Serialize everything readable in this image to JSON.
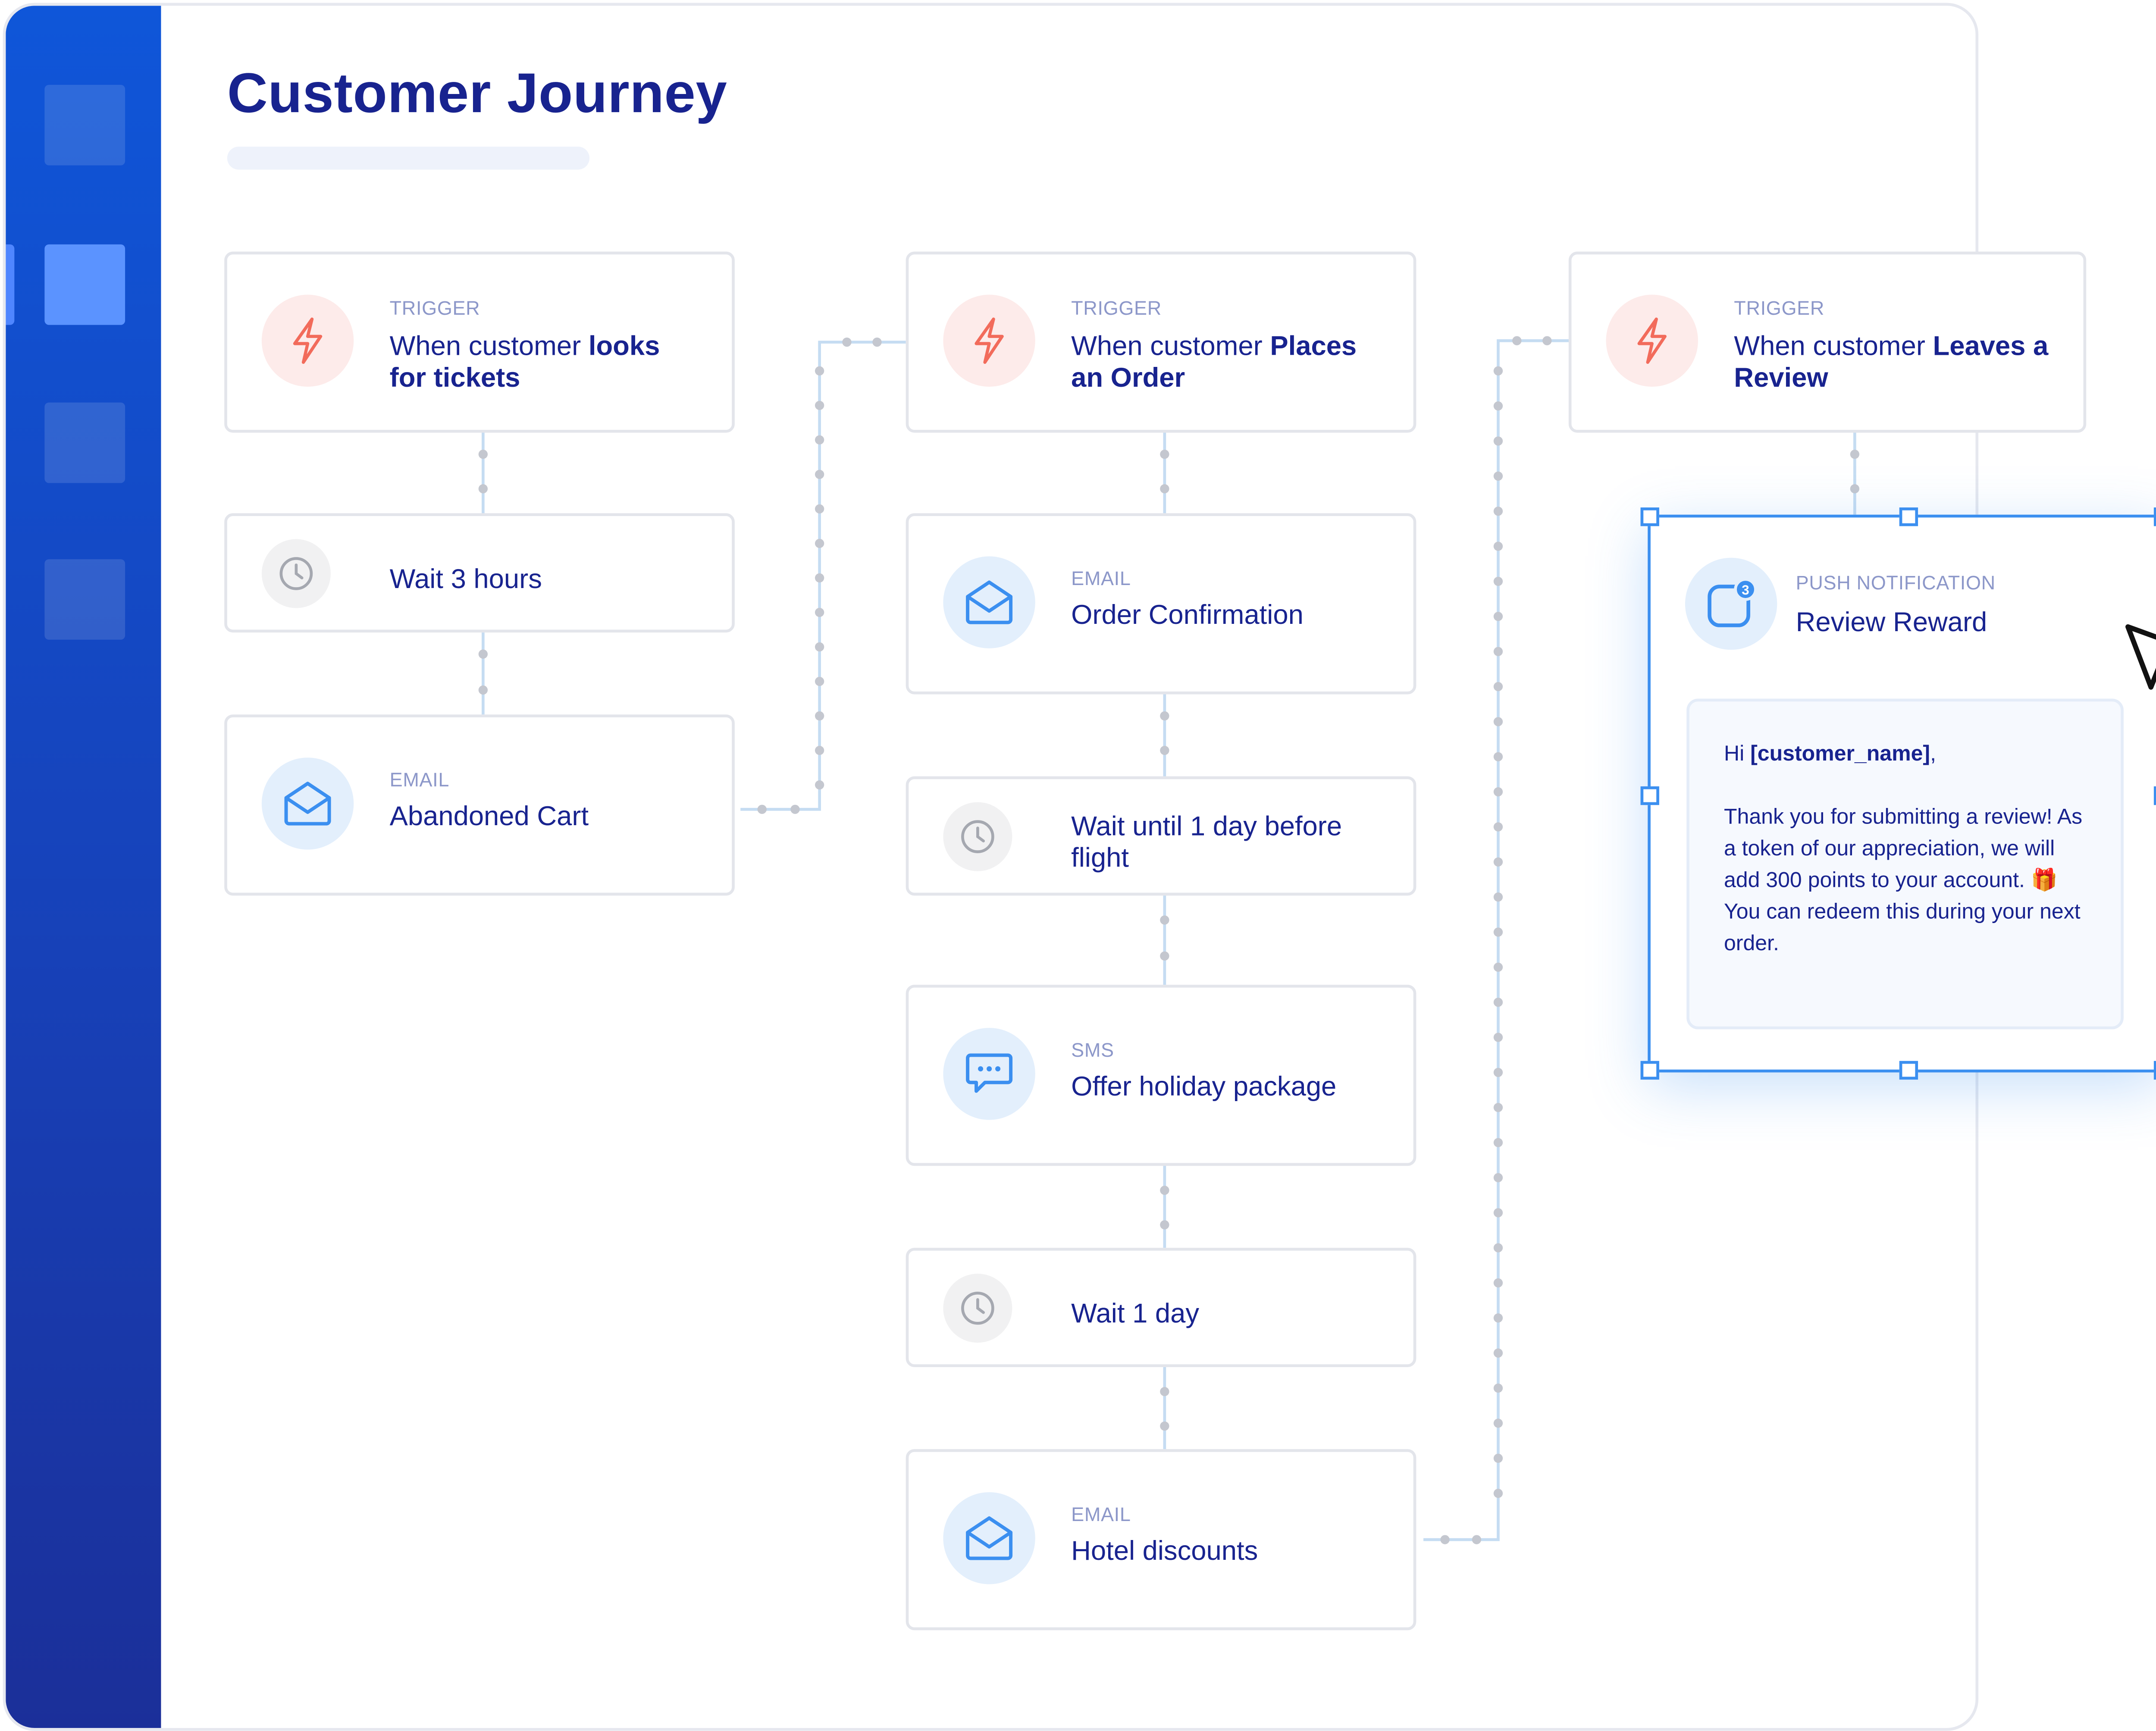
{
  "header": {
    "title": "Customer Journey"
  },
  "sidebar": {
    "items": [
      "nav-item-1",
      "nav-item-2",
      "nav-item-3",
      "nav-item-4"
    ],
    "active_index": 1
  },
  "columns": [
    {
      "nodes": [
        {
          "kind": "TRIGGER",
          "label_plain": "When customer ",
          "label_bold": "looks for tickets",
          "icon": "lightning-icon"
        },
        {
          "kind": "",
          "label_plain": "Wait 3 hours",
          "label_bold": "",
          "icon": "clock-icon"
        },
        {
          "kind": "EMAIL",
          "label_plain": "Abandoned Cart",
          "label_bold": "",
          "icon": "envelope-icon"
        }
      ]
    },
    {
      "nodes": [
        {
          "kind": "TRIGGER",
          "label_plain": "When customer ",
          "label_bold": "Places an Order",
          "icon": "lightning-icon"
        },
        {
          "kind": "EMAIL",
          "label_plain": "Order Confirmation",
          "label_bold": "",
          "icon": "envelope-icon"
        },
        {
          "kind": "",
          "label_plain": "Wait until 1 day before flight",
          "label_bold": "",
          "icon": "clock-icon"
        },
        {
          "kind": "SMS",
          "label_plain": "Offer holiday package",
          "label_bold": "",
          "icon": "chat-bubble-icon"
        },
        {
          "kind": "",
          "label_plain": "Wait 1 day",
          "label_bold": "",
          "icon": "clock-icon"
        },
        {
          "kind": "EMAIL",
          "label_plain": "Hotel discounts",
          "label_bold": "",
          "icon": "envelope-icon"
        }
      ]
    },
    {
      "nodes": [
        {
          "kind": "TRIGGER",
          "label_plain": "When customer ",
          "label_bold": "Leaves a Review",
          "icon": "lightning-icon"
        }
      ]
    }
  ],
  "push_notification": {
    "kind": "PUSH NOTIFICATION",
    "title": "Review Reward",
    "badge_count": "3",
    "icon": "app-badge-icon",
    "message": {
      "greeting_prefix": "Hi ",
      "greeting_variable": "[customer_name]",
      "greeting_suffix": ",",
      "body_before_emoji": "Thank you for submitting a review! As a token of our appreciation, we will add 300 points to your account.",
      "emoji": "🎁",
      "body_after_emoji": "You can redeem this during your next order."
    }
  },
  "colors": {
    "sidebar_top": "#0f56d9",
    "sidebar_bottom": "#1b2f99",
    "title": "#18238f",
    "trigger_accent": "#f26b5b",
    "channel_accent": "#3b8ff0",
    "selection": "#3b8ff0",
    "connector": "#c5dcf2",
    "connector_dot": "#c4c7cf"
  }
}
